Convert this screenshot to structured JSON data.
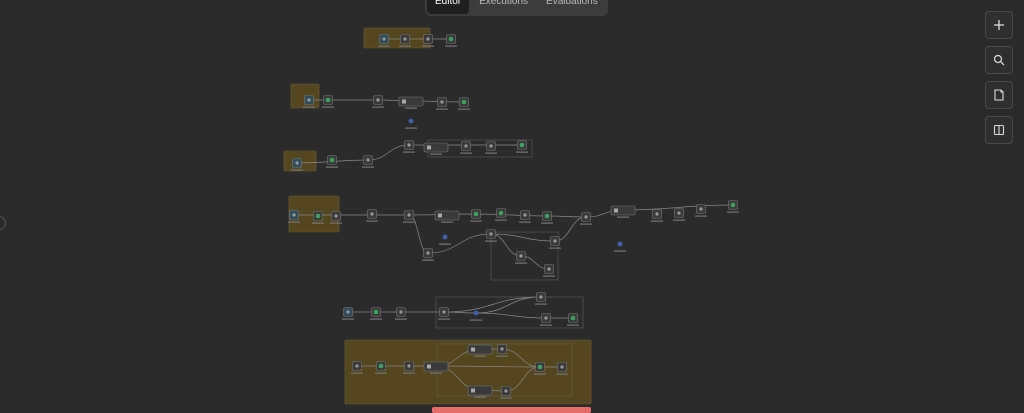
{
  "tabs": [
    {
      "label": "Editor",
      "active": true
    },
    {
      "label": "Executions",
      "active": false
    },
    {
      "label": "Evaluations",
      "active": false
    }
  ],
  "tools": [
    {
      "name": "add-node-button",
      "icon": "plus-icon"
    },
    {
      "name": "search-nodes-button",
      "icon": "search-icon"
    },
    {
      "name": "sticky-note-button",
      "icon": "note-icon"
    },
    {
      "name": "toggle-panel-button",
      "icon": "panel-icon"
    }
  ],
  "colors": {
    "background": "#2b2b2b",
    "sticky": "#54461f",
    "node": "#3a3a3a",
    "trigger": "#2f4d5a",
    "success": "#3aa35f",
    "agent": "#3e5fb0",
    "alert": "#e76b6b"
  }
}
